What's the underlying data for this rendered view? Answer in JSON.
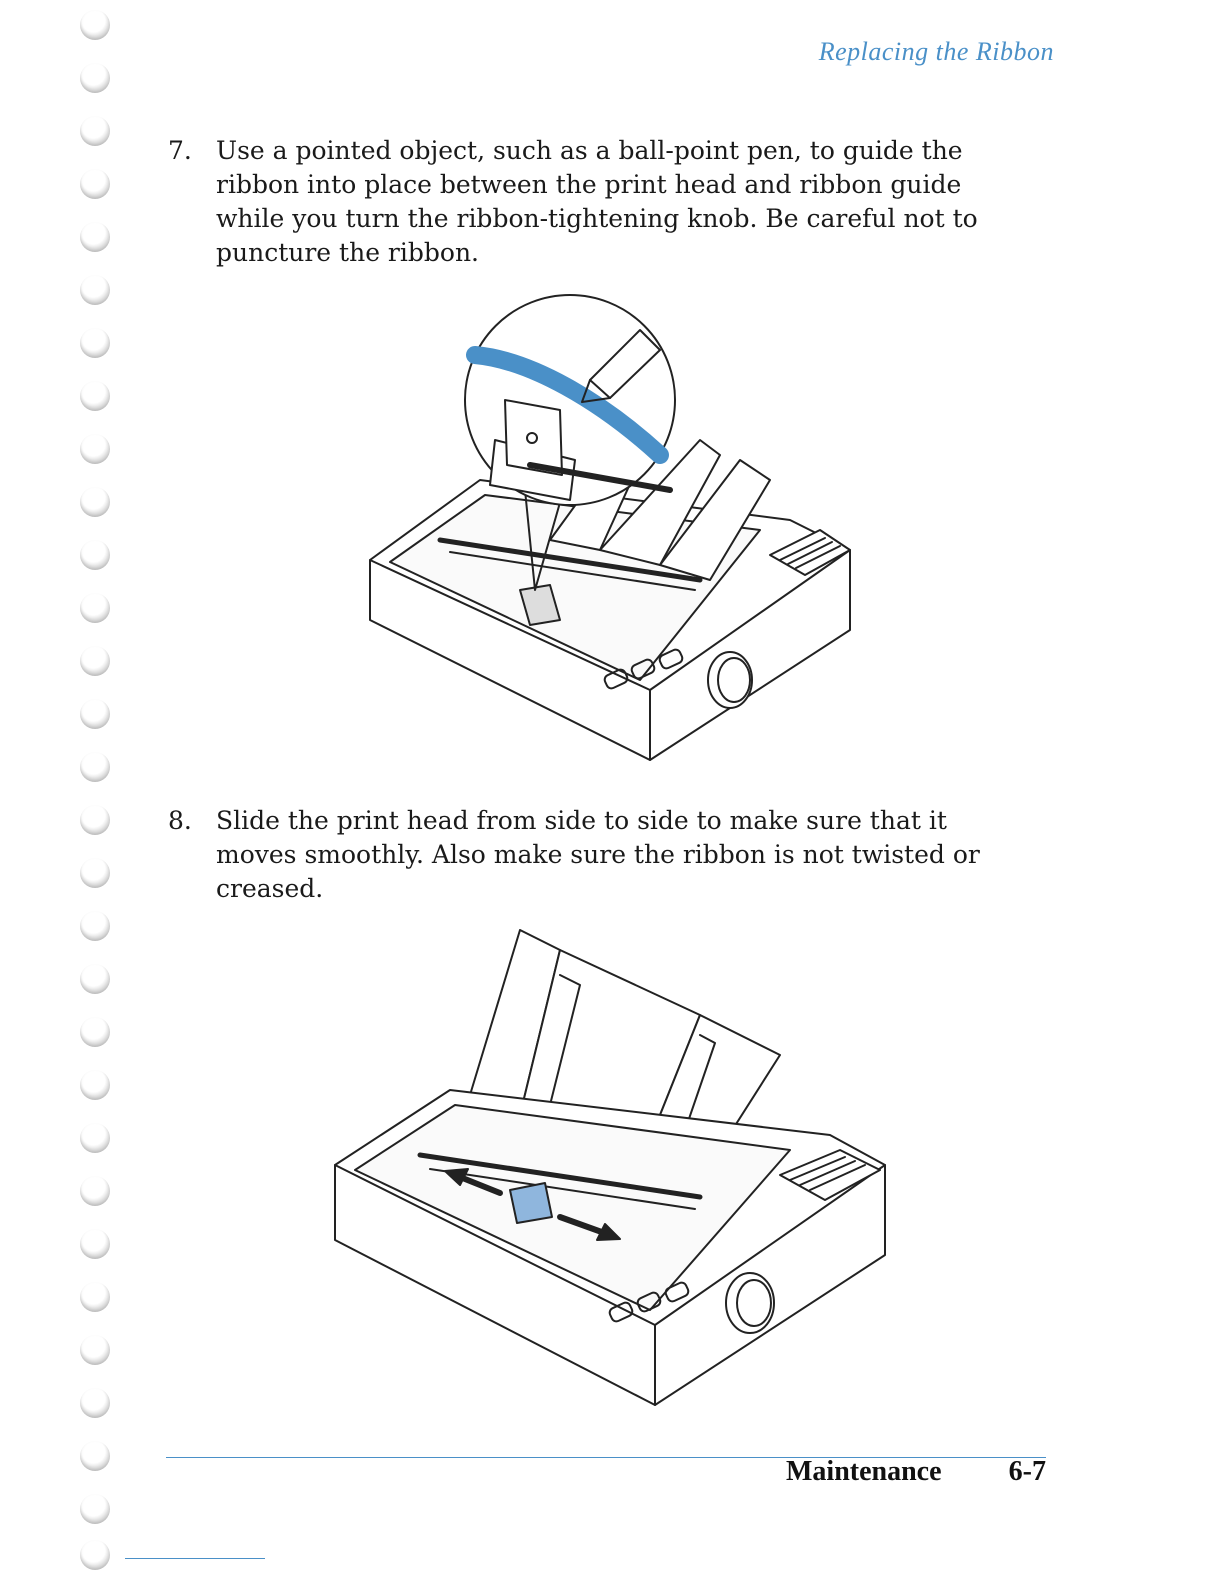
{
  "page": {
    "running_head": "Replacing the Ribbon",
    "accent_color": "#4a90c8",
    "footer": {
      "section": "Maintenance",
      "page_number": "6-7"
    }
  },
  "steps": [
    {
      "number": "7.",
      "text": "Use a pointed object, such as a ball-point pen, to guide the ribbon into place between the print head and ribbon guide while you turn the ribbon-tightening knob. Be careful not to puncture the ribbon."
    },
    {
      "number": "8.",
      "text": "Slide the print head from side to side to make sure that it moves smoothly. Also make sure the ribbon is not twisted or creased."
    }
  ],
  "figures": [
    {
      "icon": "printer-ribbon-pen-illustration"
    },
    {
      "icon": "printer-print-head-slide-illustration"
    }
  ]
}
